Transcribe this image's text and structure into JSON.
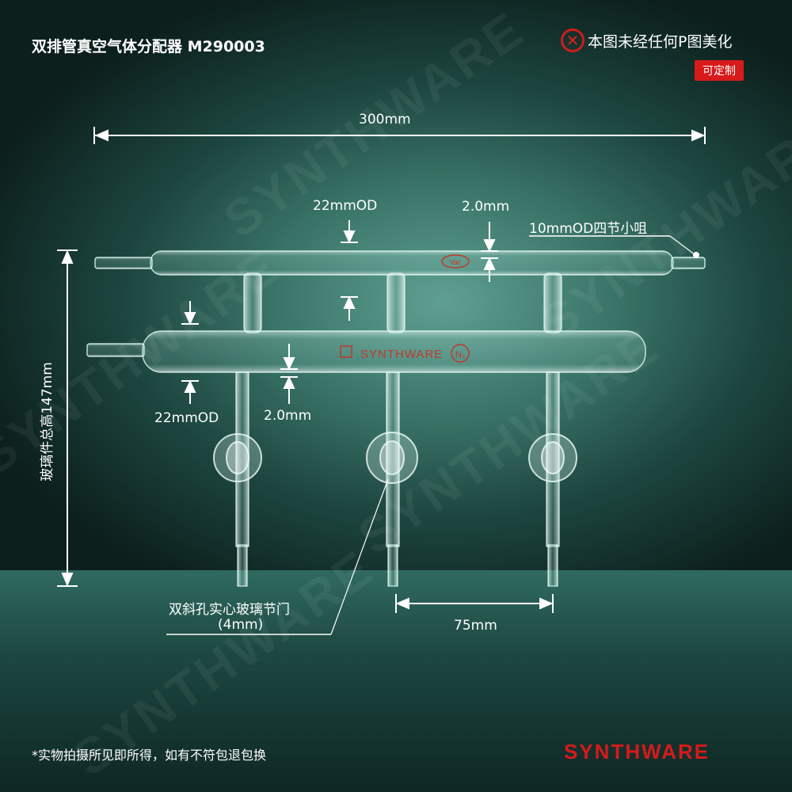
{
  "title": "双排管真空气体分配器 M290003",
  "notice": {
    "icon": "x-circle-icon",
    "text": "本图未经任何P图美化"
  },
  "badge": "可定制",
  "dimensions": {
    "width": "300mm",
    "top_od": "22mmOD",
    "top_wall": "2.0mm",
    "hose_barb": "10mmOD四节小咀",
    "bottom_od": "22mmOD",
    "bottom_wall": "2.0mm",
    "height": "玻璃件总高147mm",
    "spacing": "75mm"
  },
  "callout": {
    "line1": "双斜孔实心玻璃节门",
    "line2": "(4mm)"
  },
  "glass_marks": {
    "vac": "Vac",
    "brand": "SYNTHWARE",
    "gas": "N₂"
  },
  "footnote": "*实物拍摄所见即所得，如有不符包退包换",
  "brand_logo": "SYNTHWARE",
  "watermark": "SYNTHWARE",
  "colors": {
    "accent": "#d71a1a"
  }
}
